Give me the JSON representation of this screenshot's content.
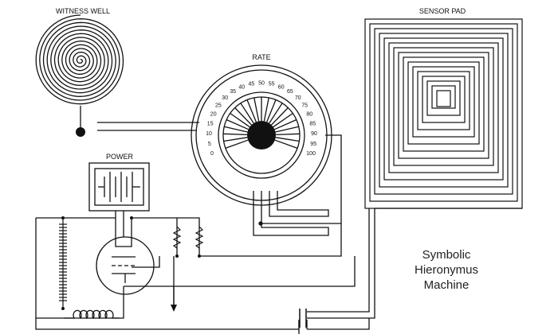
{
  "labels": {
    "witness_well": "WITNESS WELL",
    "sensor_pad": "SENSOR PAD",
    "rate": "RATE",
    "power": "POWER"
  },
  "caption": [
    "Symbolic",
    "Hieronymus",
    "Machine"
  ],
  "rate_dial": {
    "ticks": [
      "0",
      "5",
      "10",
      "15",
      "20",
      "25",
      "30",
      "35",
      "40",
      "45",
      "50",
      "55",
      "60",
      "65",
      "70",
      "75",
      "80",
      "85",
      "90",
      "95",
      "100"
    ]
  },
  "colors": {
    "ink": "#111111",
    "paper": "#ffffff"
  }
}
